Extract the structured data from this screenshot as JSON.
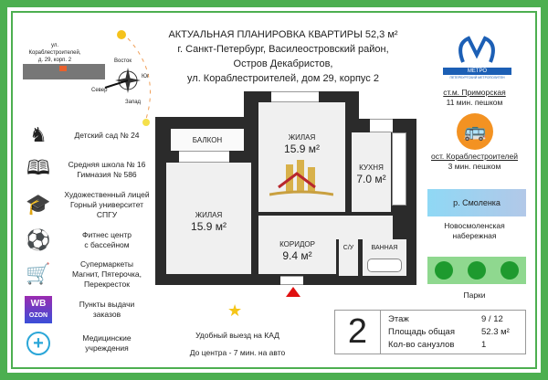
{
  "header": {
    "title": "АКТУАЛЬНАЯ ПЛАНИРОВКА КВАРТИРЫ  52,3 м²",
    "line2": "г. Санкт-Петербург, Василеостровский район,",
    "line3": "Остров Декабристов,",
    "line4": "ул. Кораблестроителей, дом 29, корпус 2"
  },
  "location": {
    "address": "ул. Кораблестроителей, д. 29, корп. 2",
    "east": "Восток",
    "south": "Юг",
    "north": "Север",
    "west": "Запад"
  },
  "amenities": [
    {
      "icon": "rocking-horse-icon",
      "text": "Детский сад № 24"
    },
    {
      "icon": "book-icon",
      "text": "Средняя школа № 16\nГимназия № 586"
    },
    {
      "icon": "graduation-cap-icon",
      "text": "Художественный лицей\nГорный университет\nСПГУ"
    },
    {
      "icon": "fitness-icon",
      "text": "Фитнес центр\nс бассейном"
    },
    {
      "icon": "cart-icon",
      "text": "Супермаркеты\nМагнит, Пятерочка,\nПерекресток"
    },
    {
      "icon": "wb-ozon-icon",
      "text": "Пункты выдачи\nзаказов",
      "logo_top": "WB",
      "logo_bottom": "OZON"
    },
    {
      "icon": "medical-icon",
      "text": "Медицинские\nучреждения"
    }
  ],
  "rooms": {
    "balcony": "БАЛКОН",
    "living1": "ЖИЛАЯ",
    "living1_area": "15.9 м²",
    "living2": "ЖИЛАЯ",
    "living2_area": "15.9 м²",
    "kitchen": "КУХНЯ",
    "kitchen_area": "7.0 м²",
    "corridor": "КОРИДОР",
    "corridor_area": "9.4 м²",
    "wc": "С/У",
    "bath": "ВАННАЯ"
  },
  "transport": {
    "metro_logo": "МЕТРО",
    "metro_sub": "ПЕТЕРБУРГСКИЙ МЕТРОПОЛИТЕН",
    "metro": "ст.м. Приморская",
    "metro_time": "11 мин. пешком",
    "bus": "ост. Кораблестроителей",
    "bus_time": "3 мин. пешком"
  },
  "river": {
    "label": "р. Смоленка",
    "desc": "Новосмоленская\nнабережная"
  },
  "parks": {
    "label": "Парки"
  },
  "road": {
    "line1": "Удобный выезд на КАД",
    "line2": "До центра - 7 мин. на авто"
  },
  "info": {
    "rooms": "2",
    "floor_label": "Этаж",
    "floor": "9 / 12",
    "area_label": "Площадь общая",
    "area": "52.3 м²",
    "bath_label": "Кол-во санузлов",
    "bath": "1"
  },
  "colors": {
    "frame": "#4caf50",
    "metro": "#1c5fb5",
    "bus": "#f39222",
    "river": "#8fd0ef",
    "parks": "#8fd88f"
  }
}
